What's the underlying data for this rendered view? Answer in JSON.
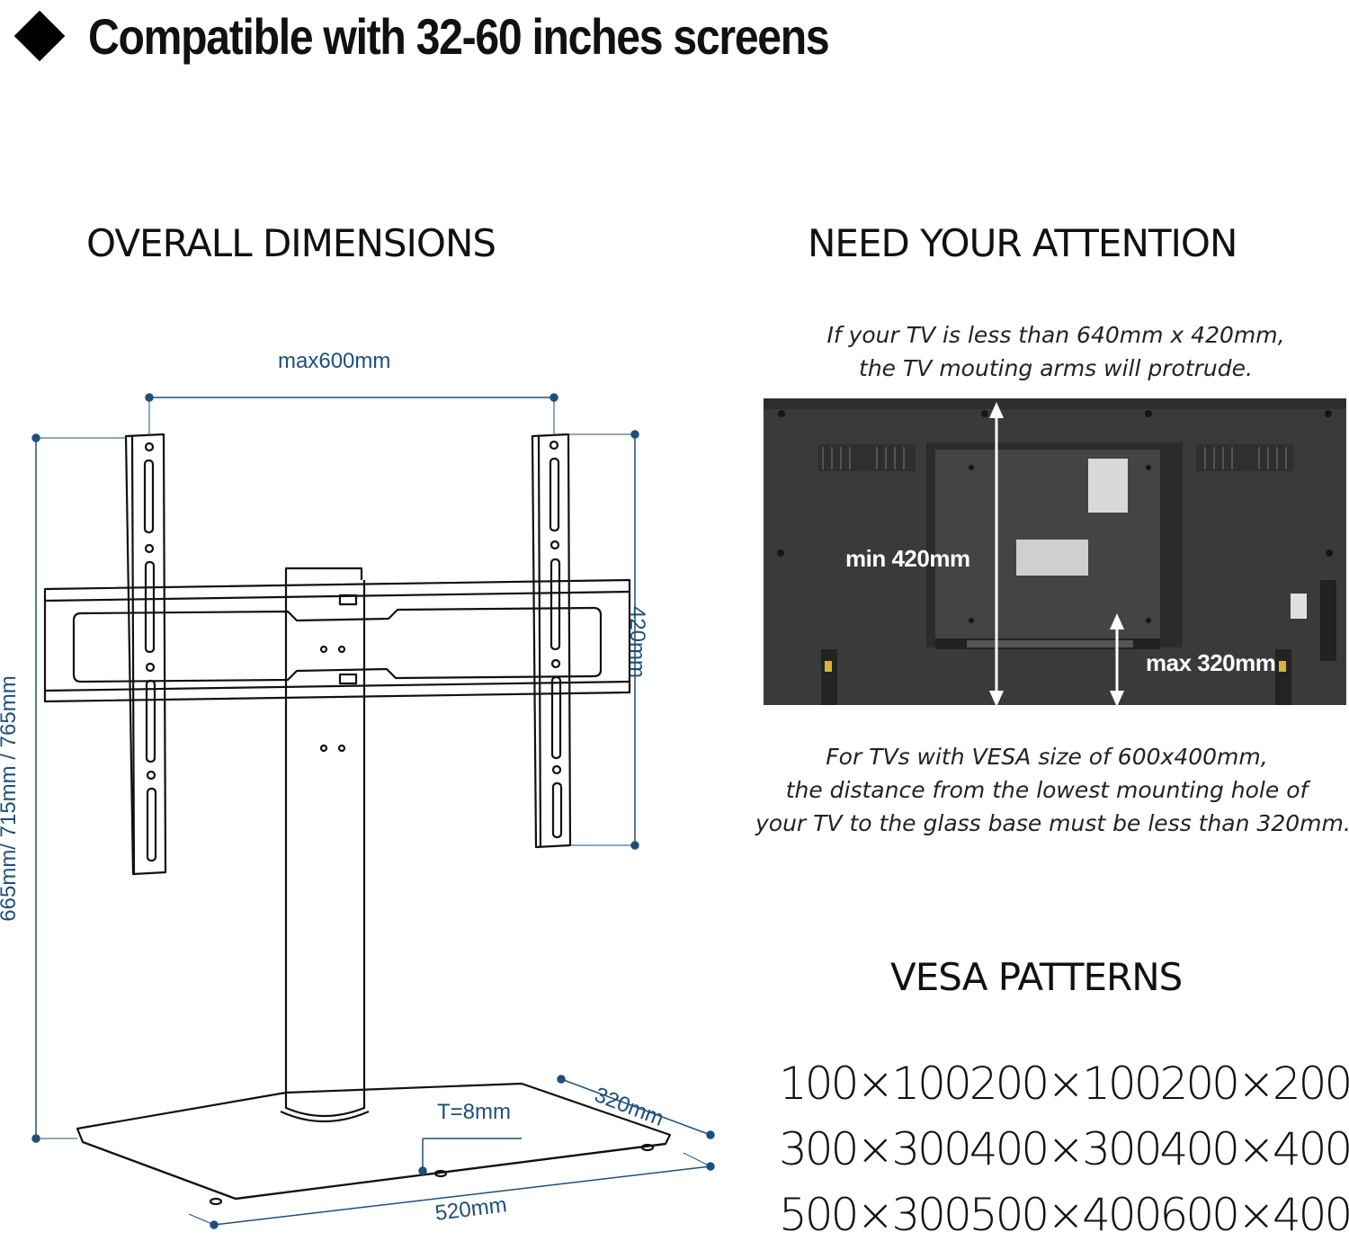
{
  "headline": "Compatible with 32-60 inches screens",
  "sections": {
    "overall_dimensions": "OVERALL DIMENSIONS",
    "need_attention": "NEED YOUR ATTENTION",
    "vesa_patterns": "VESA PATTERNS"
  },
  "dimensions": {
    "max_width": "max600mm",
    "arm_height": "420mm",
    "total_height": "665mm/ 715mm / 765mm",
    "base_depth": "320mm",
    "glass_thickness": "T=8mm",
    "base_width": "520mm"
  },
  "attention": {
    "note_top_line1": "If your TV is less than 640mm x 420mm,",
    "note_top_line2": "the TV mouting arms will protrude.",
    "min_label": "min 420mm",
    "max_label": "max 320mm",
    "note_bottom_line1": "For TVs with VESA size of 600x400mm,",
    "note_bottom_line2": "the distance from the lowest mounting hole of",
    "note_bottom_line3": "your TV to the glass base must be less than 320mm."
  },
  "vesa": [
    [
      "100×100",
      "200×100",
      "200×200"
    ],
    [
      "300×300",
      "400×300",
      "400×400"
    ],
    [
      "500×300",
      "500×400",
      "600×400"
    ]
  ],
  "colors": {
    "dimension_blue": "#1e4f7a",
    "tv_body": "#3a3a3a",
    "arrow_white": "#ffffff"
  }
}
